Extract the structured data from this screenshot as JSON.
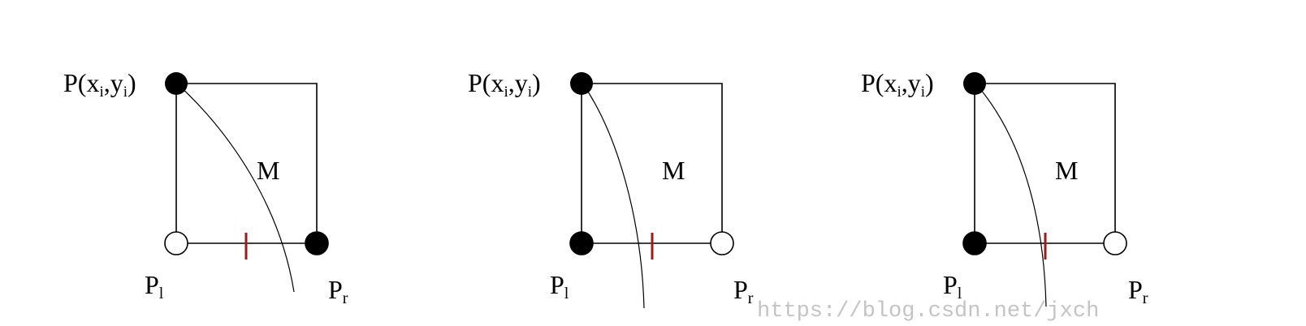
{
  "panels": [
    {
      "point_label": {
        "main": "P(x",
        "sub1": "i",
        "mid": ",y",
        "sub2": "i",
        "end": ")"
      },
      "midpoint_label": "M",
      "left_label": {
        "main": "P",
        "sub": "l"
      },
      "right_label": {
        "main": "P",
        "sub": "r"
      },
      "left_filled": false,
      "right_filled": true
    },
    {
      "point_label": {
        "main": "P(x",
        "sub1": "i",
        "mid": ",y",
        "sub2": "i",
        "end": ")"
      },
      "midpoint_label": "M",
      "left_label": {
        "main": "P",
        "sub": "l"
      },
      "right_label": {
        "main": "P",
        "sub": "r"
      },
      "left_filled": true,
      "right_filled": false
    },
    {
      "point_label": {
        "main": "P(x",
        "sub1": "i",
        "mid": ",y",
        "sub2": "i",
        "end": ")"
      },
      "midpoint_label": "M",
      "left_label": {
        "main": "P",
        "sub": "l"
      },
      "right_label": {
        "main": "P",
        "sub": "r"
      },
      "left_filled": true,
      "right_filled": false
    }
  ],
  "watermark": "https://blog.csdn.net/jxch",
  "colors": {
    "line": "#000000",
    "midpoint_tick": "#9b1c1c",
    "watermark": "#c4c4c4"
  }
}
